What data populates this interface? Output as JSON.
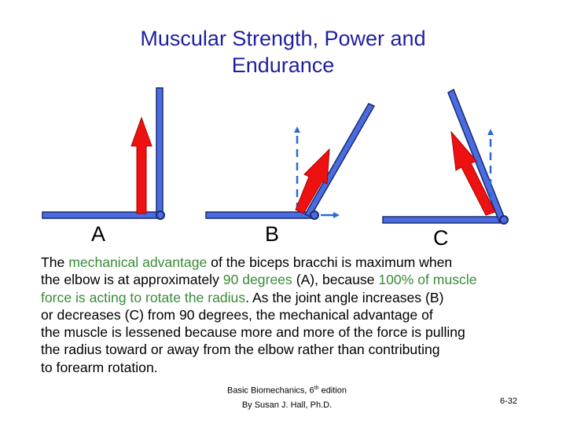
{
  "title": {
    "line1": "Muscular Strength, Power and",
    "line2": "Endurance"
  },
  "panels": [
    {
      "label": "A"
    },
    {
      "label": "B"
    },
    {
      "label": "C"
    }
  ],
  "body": {
    "s1": "The ",
    "h1": "mechanical advantage",
    "s2": " of the biceps bracchi is maximum when\nthe elbow is at approximately ",
    "h2": "90 degrees",
    "s3": " (A), because ",
    "h3": "100% of muscle\nforce is acting to rotate the radius",
    "s4": ". As the joint angle increases (B)\nor decreases (C) from 90 degrees, the mechanical advantage of\nthe muscle is lessened because more and more of the force is pulling\nthe radius toward or away from the elbow rather than contributing\nto forearm rotation."
  },
  "credit": {
    "line1_pre": "Basic Biomechanics, 6",
    "line1_sup": "th",
    "line1_post": " edition",
    "line2": "By Susan J. Hall, Ph.D."
  },
  "slide_number": "6-32",
  "colors": {
    "title": "#1f1fa0",
    "bone_fill": "#4a6ce0",
    "bone_stroke": "#1a2a70",
    "force_arrow": "#ee1111",
    "component_arrow": "#2a6ad8",
    "highlight_text": "#3a8a3a"
  }
}
